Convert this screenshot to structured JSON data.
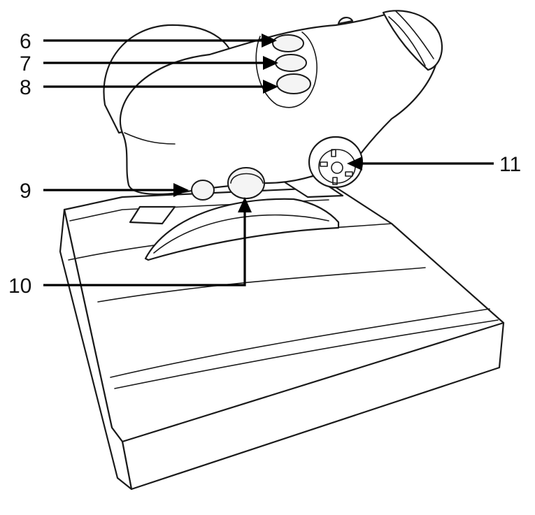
{
  "callouts": {
    "c6": "6",
    "c7": "7",
    "c8": "8",
    "c9": "9",
    "c10": "10",
    "c11": "11"
  },
  "colors": {
    "stroke": "#1a1a1a",
    "arrow": "#000000",
    "background": "#ffffff"
  }
}
